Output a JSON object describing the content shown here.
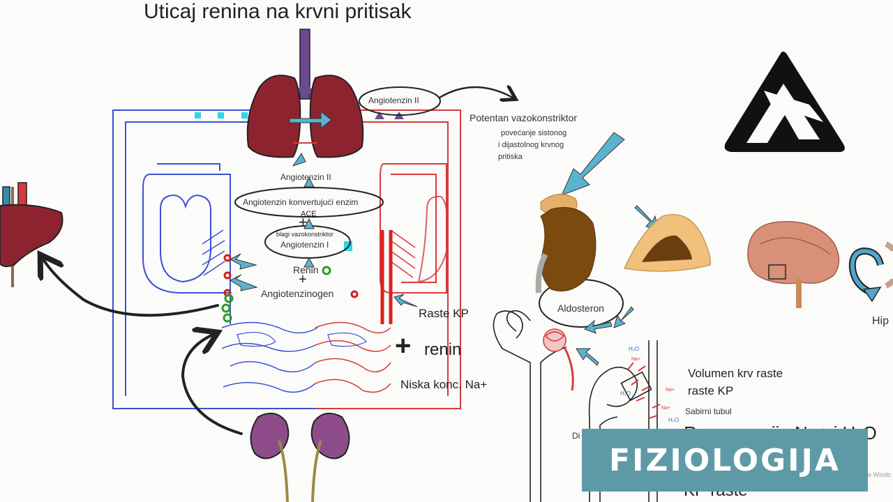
{
  "title": "Uticaj renina na krvni pritisak",
  "labels": {
    "angiotenzin2_top": "Angiotenzin II",
    "potentan": "Potentan vazokonstriktor",
    "povecanje_1": "povećanje sistonog",
    "povecanje_2": "i dijastolnog krvnog",
    "povecanje_3": "pritiska",
    "angiotenzin2_mid": "Angiotenzin II",
    "ace_enzim": "Angiotenzin konvertujući enzim",
    "ace": "ACE",
    "plus1": "+",
    "blagi": "blagi vazokonstriktor",
    "angiotenzin1": "Angiotenzin I",
    "renin": "Renin",
    "plus2": "+",
    "angiotenzinogen": "Angiotenzinogen",
    "raste_kp": "Raste KP",
    "plus_renin_sign": "+",
    "plus_renin": "renin",
    "niska": "Niska konc. Na+",
    "aldosteron": "Aldosteron",
    "volumen_1": "Volumen krv raste",
    "volumen_2": "raste KP",
    "sabirni": "Sabirni tubul",
    "h2o_1": "H₂O",
    "h2o_2": "H₂O",
    "h2o_3": "H₂O",
    "na_1": "Na+",
    "na_2": "Na+",
    "na_3": "Na+",
    "hip": "Hip",
    "cut_text": "Reapsorpcija Na+ i H₂O",
    "kp_raste": "KP raste",
    "di": "Di",
    "windows": "e Windo"
  },
  "banner": {
    "text": "FIZIOLOGIJA"
  },
  "colors": {
    "artery": "#d63a3a",
    "vein": "#3a4fd6",
    "organ": "#8e2330",
    "arrow_blue": "#5bb3cf",
    "cyan": "#2fd6e6",
    "kidney_brown": "#7a4a10",
    "adrenal": "#e7b06a",
    "banner": "#5d9aa6",
    "kidney_purple": "#8e4d8a",
    "trachea": "#6b4a8e"
  },
  "icons": [
    "logo-icon",
    "lungs-icon",
    "liver-icon",
    "kidney-icon",
    "adrenal-icon",
    "brain-icon",
    "cycle-arrow-icon",
    "nephron-icon"
  ]
}
